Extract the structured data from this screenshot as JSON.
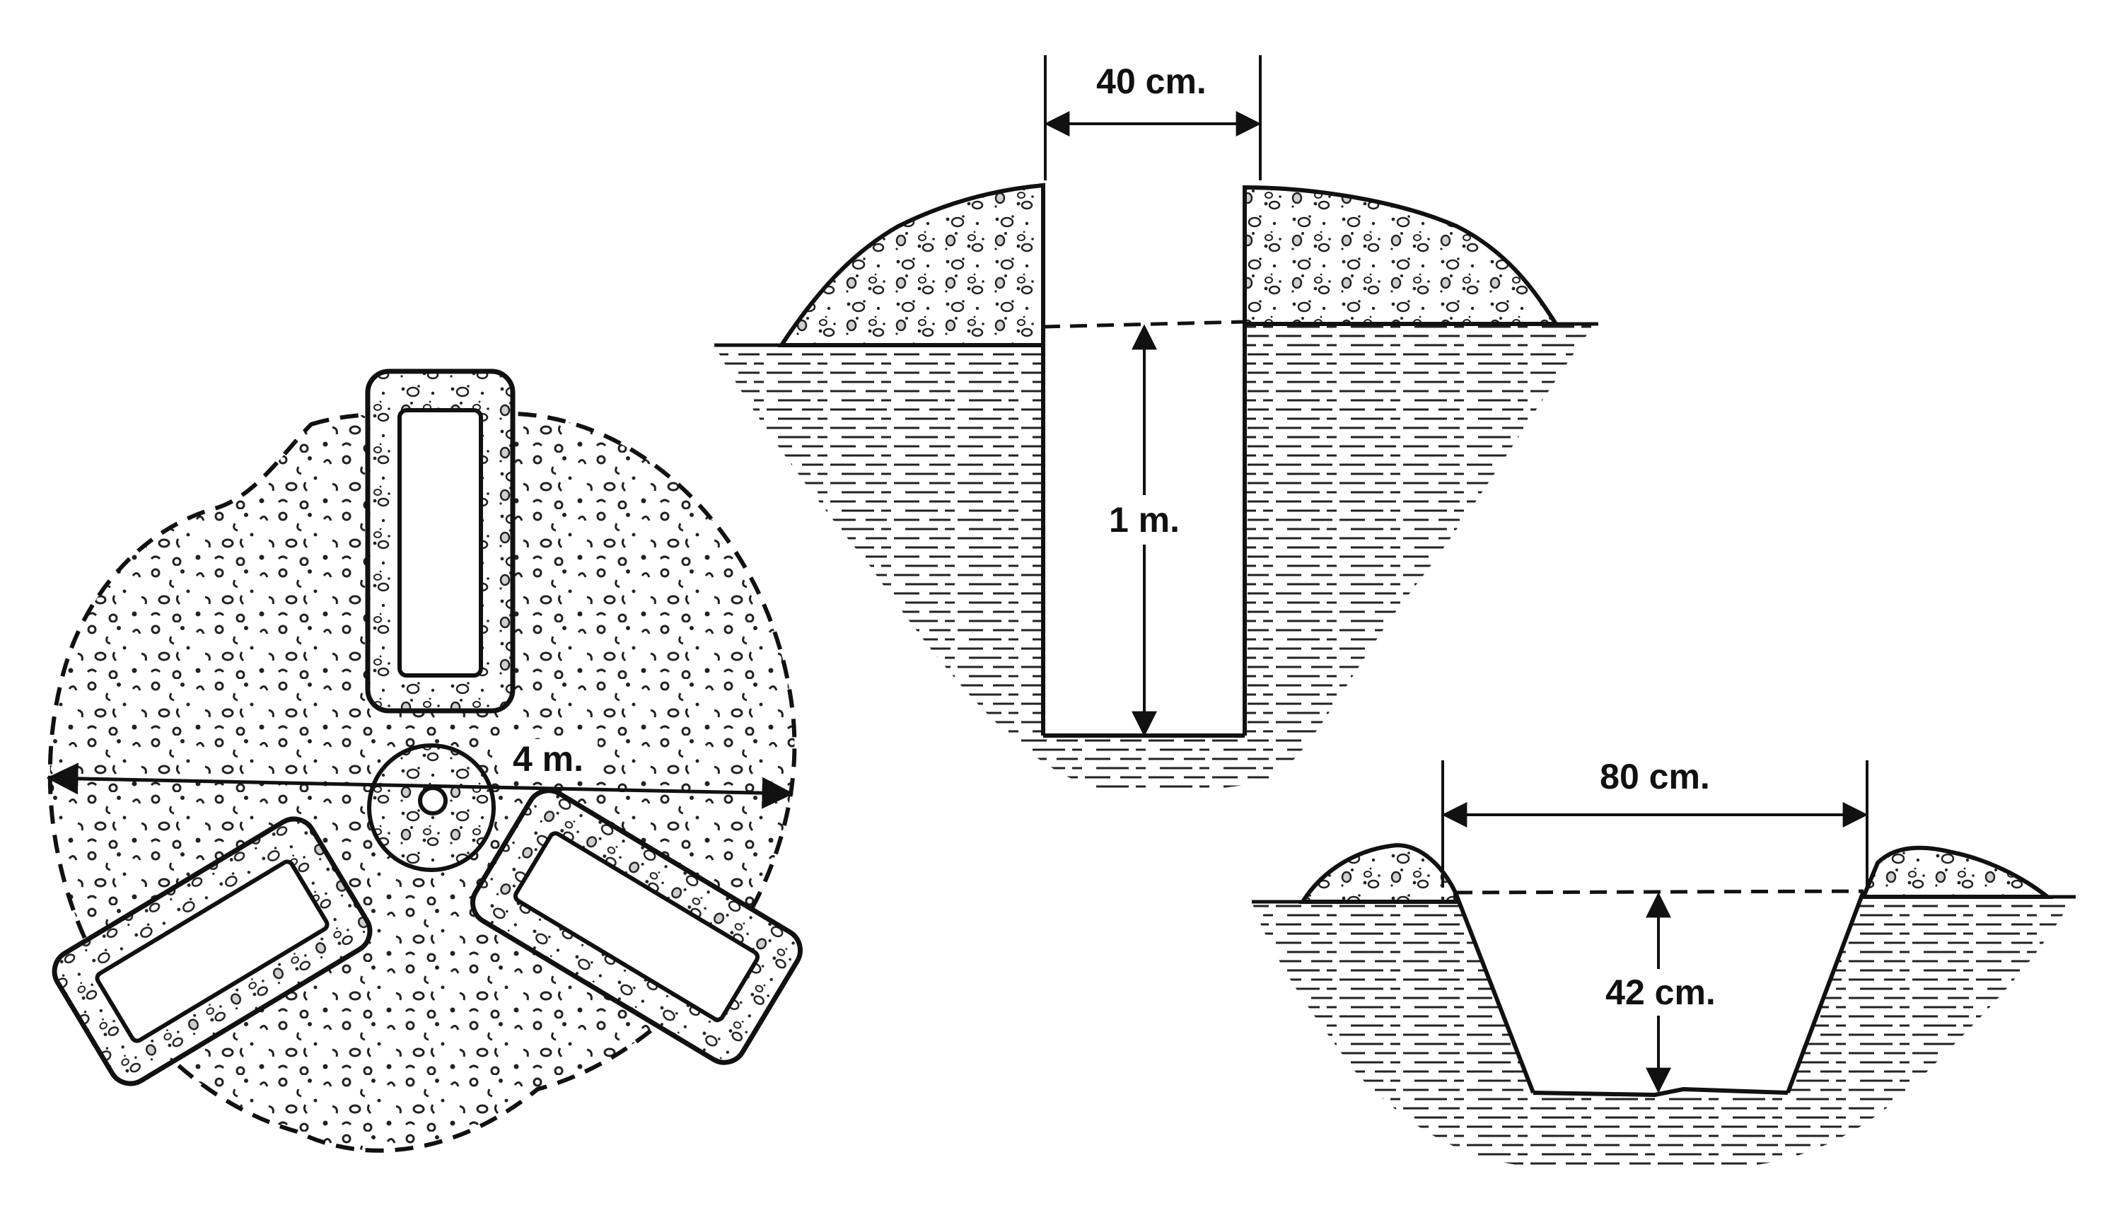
{
  "plan_view": {
    "diameter_label": "4 m."
  },
  "deep_trench": {
    "width_label": "40 cm.",
    "depth_label": "1 m."
  },
  "shallow_trench": {
    "width_label": "80 cm.",
    "depth_label": "42 cm."
  },
  "colors": {
    "ink": "#111111",
    "soil_shade": "#bdbdbd",
    "paper": "#ffffff"
  }
}
